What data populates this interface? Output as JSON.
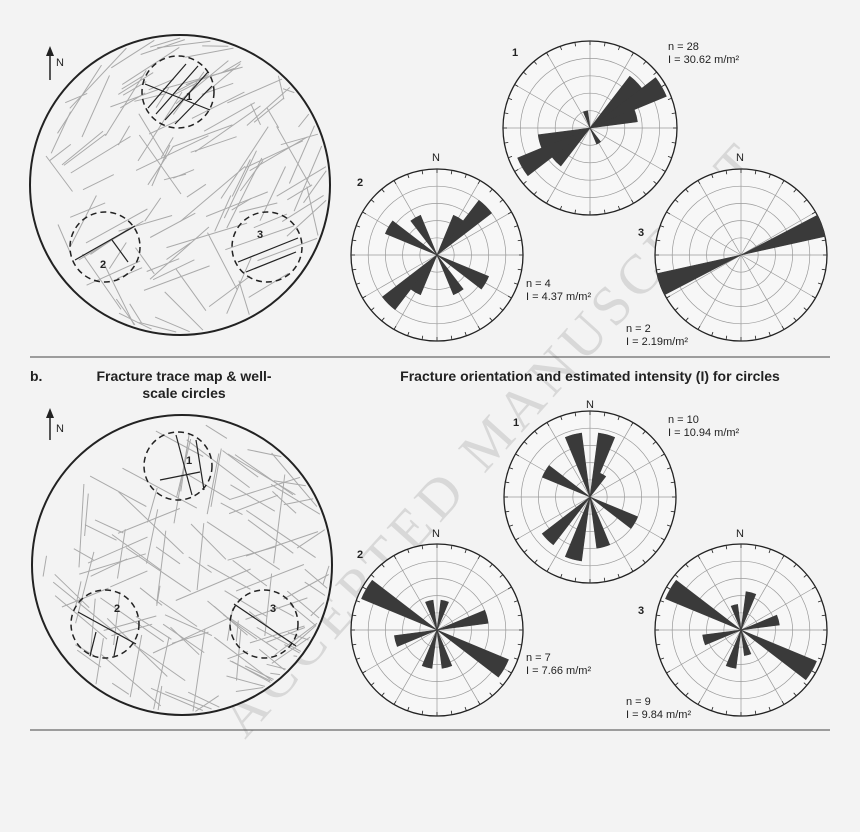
{
  "watermark": "ACCEPTED MANUSCRIPT",
  "north_label": "N",
  "panel_b_label": "b.",
  "left_heading_line1": "Fracture trace map & well-",
  "left_heading_line2": "scale circles",
  "right_heading": "Fracture orientation and estimated intensity (I) for circles",
  "panel_a": {
    "circle_labels": [
      "1",
      "2",
      "3"
    ],
    "roses": [
      {
        "id": "1",
        "stat_n": "n = 28",
        "stat_i": "I = 30.62 m/m²",
        "petals": [
          {
            "az": 45,
            "len": 0.75
          },
          {
            "az": 60,
            "len": 0.95
          },
          {
            "az": 75,
            "len": 0.55
          },
          {
            "az": 225,
            "len": 0.55
          },
          {
            "az": 240,
            "len": 0.9
          },
          {
            "az": 255,
            "len": 0.6
          },
          {
            "az": 345,
            "len": 0.2
          },
          {
            "az": 150,
            "len": 0.2
          }
        ]
      },
      {
        "id": "2",
        "stat_n": "n = 4",
        "stat_i": "I = 4.37 m/m²",
        "petals": [
          {
            "az": 45,
            "len": 0.8
          },
          {
            "az": 30,
            "len": 0.5
          },
          {
            "az": 225,
            "len": 0.8
          },
          {
            "az": 210,
            "len": 0.5
          },
          {
            "az": 300,
            "len": 0.65
          },
          {
            "az": 120,
            "len": 0.65
          },
          {
            "az": 150,
            "len": 0.5
          },
          {
            "az": 330,
            "len": 0.5
          }
        ]
      },
      {
        "id": "3",
        "stat_n": "n = 2",
        "stat_i": "I = 2.19m/m²",
        "petals": [
          {
            "az": 70,
            "len": 1.0
          },
          {
            "az": 250,
            "len": 1.0
          }
        ]
      }
    ]
  },
  "panel_b": {
    "circle_labels": [
      "1",
      "2",
      "3"
    ],
    "roses": [
      {
        "id": "1",
        "stat_n": "n = 10",
        "stat_i": "I = 10.94 m/m²",
        "petals": [
          {
            "az": 345,
            "len": 0.75
          },
          {
            "az": 15,
            "len": 0.75
          },
          {
            "az": 300,
            "len": 0.6
          },
          {
            "az": 195,
            "len": 0.75
          },
          {
            "az": 165,
            "len": 0.6
          },
          {
            "az": 225,
            "len": 0.7
          },
          {
            "az": 120,
            "len": 0.6
          },
          {
            "az": 30,
            "len": 0.3
          }
        ]
      },
      {
        "id": "2",
        "stat_n": "n = 7",
        "stat_i": "I = 7.66 m/m²",
        "petals": [
          {
            "az": 300,
            "len": 0.95
          },
          {
            "az": 120,
            "len": 0.9
          },
          {
            "az": 345,
            "len": 0.35
          },
          {
            "az": 15,
            "len": 0.35
          },
          {
            "az": 75,
            "len": 0.6
          },
          {
            "az": 255,
            "len": 0.5
          },
          {
            "az": 195,
            "len": 0.45
          },
          {
            "az": 165,
            "len": 0.45
          }
        ]
      },
      {
        "id": "3",
        "stat_n": "n = 9",
        "stat_i": "I = 9.84 m/m²",
        "petals": [
          {
            "az": 300,
            "len": 0.95
          },
          {
            "az": 120,
            "len": 0.95
          },
          {
            "az": 15,
            "len": 0.45
          },
          {
            "az": 195,
            "len": 0.45
          },
          {
            "az": 345,
            "len": 0.3
          },
          {
            "az": 165,
            "len": 0.3
          },
          {
            "az": 75,
            "len": 0.45
          },
          {
            "az": 255,
            "len": 0.45
          }
        ]
      }
    ]
  }
}
